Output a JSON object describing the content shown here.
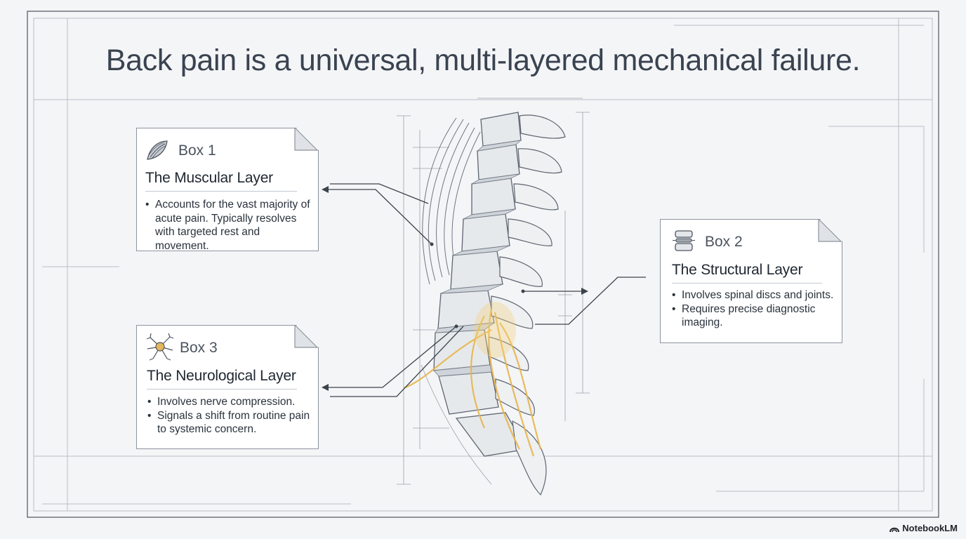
{
  "title": "Back pain is a universal, multi-layered mechanical failure.",
  "boxes": [
    {
      "label": "Box 1",
      "heading": "The Muscular Layer",
      "icon": "muscle-icon",
      "bullets": [
        "Accounts for the vast majority of acute pain. Typically resolves with targeted rest and movement."
      ]
    },
    {
      "label": "Box 2",
      "heading": "The Structural Layer",
      "icon": "vertebra-icon",
      "bullets": [
        "Involves spinal discs and joints.",
        "Requires precise diagnostic imaging."
      ]
    },
    {
      "label": "Box 3",
      "heading": "The Neurological Layer",
      "icon": "neuron-icon",
      "bullets": [
        "Involves nerve compression.",
        "Signals a shift from routine pain to systemic concern."
      ]
    }
  ],
  "brand": "NotebookLM",
  "colors": {
    "ink": "#3a4350",
    "line": "#5b626c",
    "nerve": "#e8b54a",
    "bone": "#e9ecef"
  }
}
